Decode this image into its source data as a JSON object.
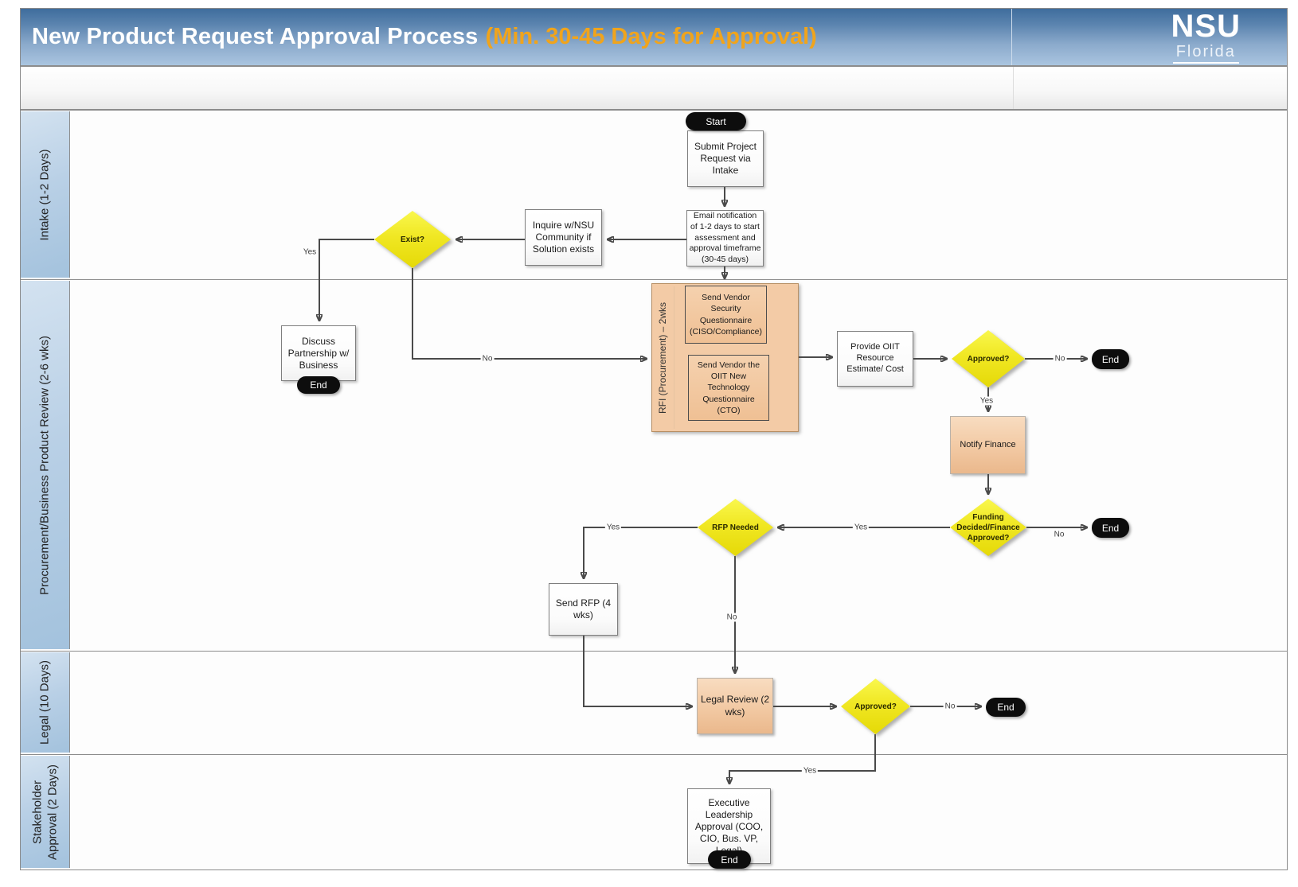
{
  "header": {
    "title": "New Product Request Approval Process",
    "title_highlight": "(Min. 30-45 Days for Approval)",
    "logo": {
      "primary": "NSU",
      "secondary": "Florida"
    }
  },
  "lanes": [
    {
      "label": "Intake (1-2 Days)"
    },
    {
      "label": "Procurement/Business Product Review (2-6 wks)"
    },
    {
      "label": "Legal (10 Days)"
    },
    {
      "label": "Stakeholder Approval (2 Days)"
    }
  ],
  "nodes": {
    "start": {
      "label": "Start"
    },
    "submit_project": {
      "label": "Submit Project Request via Intake"
    },
    "email_notification": {
      "label": "Email notification of 1-2 days to start assessment and approval timeframe (30-45 days)"
    },
    "inquire_community": {
      "label": "Inquire w/NSU Community if Solution exists"
    },
    "exist": {
      "label": "Exist?"
    },
    "discuss_partnership": {
      "label": "Discuss Partnership w/ Business"
    },
    "end_discuss": {
      "label": "End"
    },
    "rfi_container": {
      "label": "RFI (Procurement) – 2wks"
    },
    "send_security_questionnaire": {
      "label": "Send Vendor Security Questionnaire (CISO/Compliance)"
    },
    "send_technology_questionnaire": {
      "label": "Send Vendor the OIIT New Technology Questionnaire (CTO)"
    },
    "provide_estimate": {
      "label": "Provide OIIT Resource Estimate/ Cost"
    },
    "approved_1": {
      "label": "Approved?"
    },
    "end_1": {
      "label": "End"
    },
    "notify_finance": {
      "label": "Notify Finance"
    },
    "funding_decided": {
      "label": "Funding Decided/Finance Approved?"
    },
    "end_2": {
      "label": "End"
    },
    "rfp_needed": {
      "label": "RFP Needed"
    },
    "send_rfp": {
      "label": "Send RFP (4 wks)"
    },
    "legal_review": {
      "label": "Legal Review (2 wks)"
    },
    "approved_2": {
      "label": "Approved?"
    },
    "end_3": {
      "label": "End"
    },
    "executive_approval": {
      "label": "Executive Leadership Approval (COO, CIO, Bus. VP, Legal)"
    },
    "end_4": {
      "label": "End"
    }
  },
  "edge_labels": {
    "exist_yes": "Yes",
    "exist_no": "No",
    "approved1_no": "No",
    "approved1_yes": "Yes",
    "funding_yes": "Yes",
    "funding_no": "No",
    "rfp_yes": "Yes",
    "rfp_no": "No",
    "approved2_no": "No",
    "approved2_yes": "Yes"
  },
  "colors": {
    "title_highlight": "#f0a41c",
    "titlebar_top": "#3f6d9d",
    "titlebar_bottom": "#aac5e0",
    "lane_label_fill": "#b9d0e6",
    "decision_yellow": "#f0e723",
    "process_orange": "#f2c9a3",
    "terminator_black": "#0d0d0d",
    "connector_gray": "#4a4a4a"
  }
}
